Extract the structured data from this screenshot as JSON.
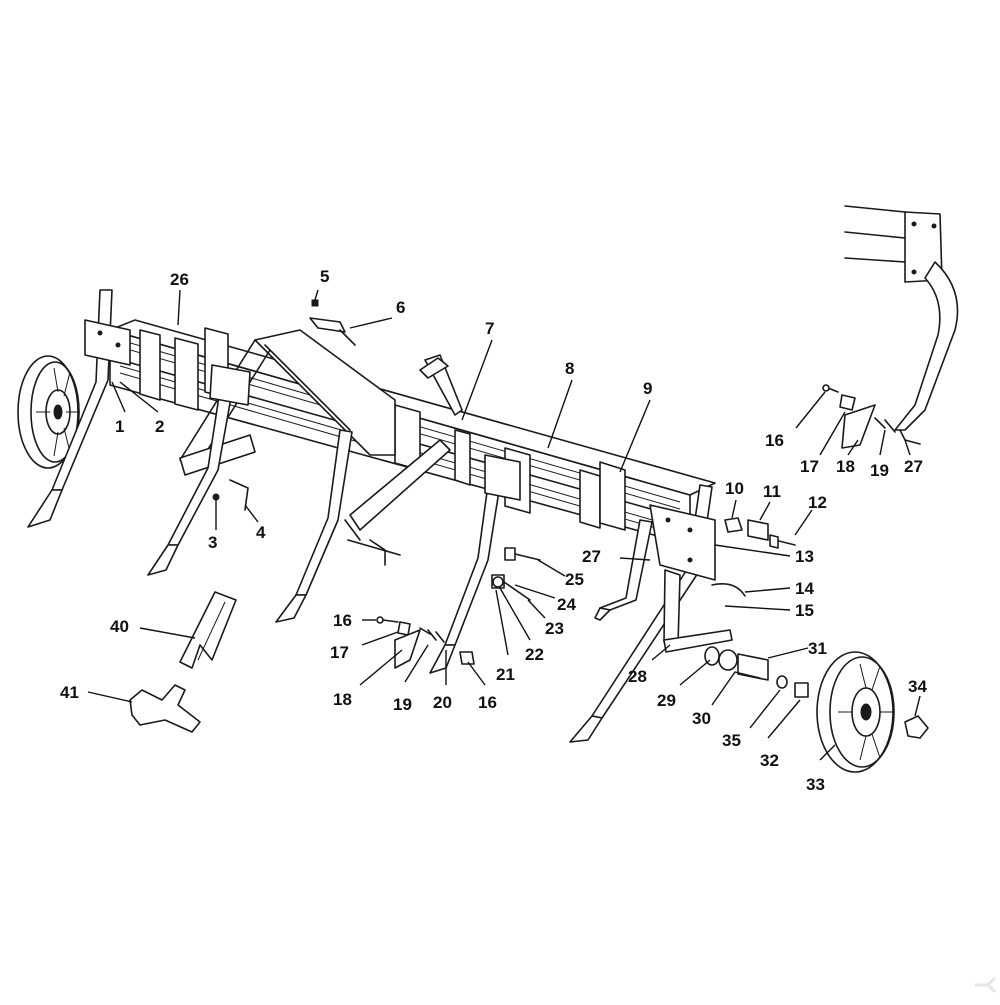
{
  "diagram": {
    "labels": [
      "1",
      "2",
      "3",
      "4",
      "5",
      "6",
      "7",
      "8",
      "9",
      "10",
      "11",
      "12",
      "13",
      "14",
      "15",
      "16",
      "17",
      "18",
      "19",
      "20",
      "21",
      "22",
      "23",
      "24",
      "25",
      "26",
      "27",
      "28",
      "29",
      "30",
      "31",
      "32",
      "33",
      "34",
      "35",
      "40",
      "41"
    ],
    "callouts": [
      {
        "id": "c1",
        "text": "1"
      },
      {
        "id": "c2",
        "text": "2"
      },
      {
        "id": "c3",
        "text": "3"
      },
      {
        "id": "c4",
        "text": "4"
      },
      {
        "id": "c5",
        "text": "5"
      },
      {
        "id": "c6",
        "text": "6"
      },
      {
        "id": "c7",
        "text": "7"
      },
      {
        "id": "c8",
        "text": "8"
      },
      {
        "id": "c9",
        "text": "9"
      },
      {
        "id": "c10",
        "text": "10"
      },
      {
        "id": "c11",
        "text": "11"
      },
      {
        "id": "c12",
        "text": "12"
      },
      {
        "id": "c13",
        "text": "13"
      },
      {
        "id": "c14",
        "text": "14"
      },
      {
        "id": "c15",
        "text": "15"
      },
      {
        "id": "c16a",
        "text": "16"
      },
      {
        "id": "c17a",
        "text": "17"
      },
      {
        "id": "c18a",
        "text": "18"
      },
      {
        "id": "c19a",
        "text": "19"
      },
      {
        "id": "c27a",
        "text": "27"
      },
      {
        "id": "c16b",
        "text": "16"
      },
      {
        "id": "c17b",
        "text": "17"
      },
      {
        "id": "c18b",
        "text": "18"
      },
      {
        "id": "c19b",
        "text": "19"
      },
      {
        "id": "c20",
        "text": "20"
      },
      {
        "id": "c16c",
        "text": "16"
      },
      {
        "id": "c21",
        "text": "21"
      },
      {
        "id": "c22",
        "text": "22"
      },
      {
        "id": "c23",
        "text": "23"
      },
      {
        "id": "c24",
        "text": "24"
      },
      {
        "id": "c25",
        "text": "25"
      },
      {
        "id": "c26",
        "text": "26"
      },
      {
        "id": "c27b",
        "text": "27"
      },
      {
        "id": "c28",
        "text": "28"
      },
      {
        "id": "c29",
        "text": "29"
      },
      {
        "id": "c30",
        "text": "30"
      },
      {
        "id": "c31",
        "text": "31"
      },
      {
        "id": "c32",
        "text": "32"
      },
      {
        "id": "c33",
        "text": "33"
      },
      {
        "id": "c34",
        "text": "34"
      },
      {
        "id": "c35",
        "text": "35"
      },
      {
        "id": "c40",
        "text": "40"
      },
      {
        "id": "c41",
        "text": "41"
      }
    ]
  },
  "colors": {
    "ink": "#1a1a1a",
    "background": "#ffffff"
  }
}
